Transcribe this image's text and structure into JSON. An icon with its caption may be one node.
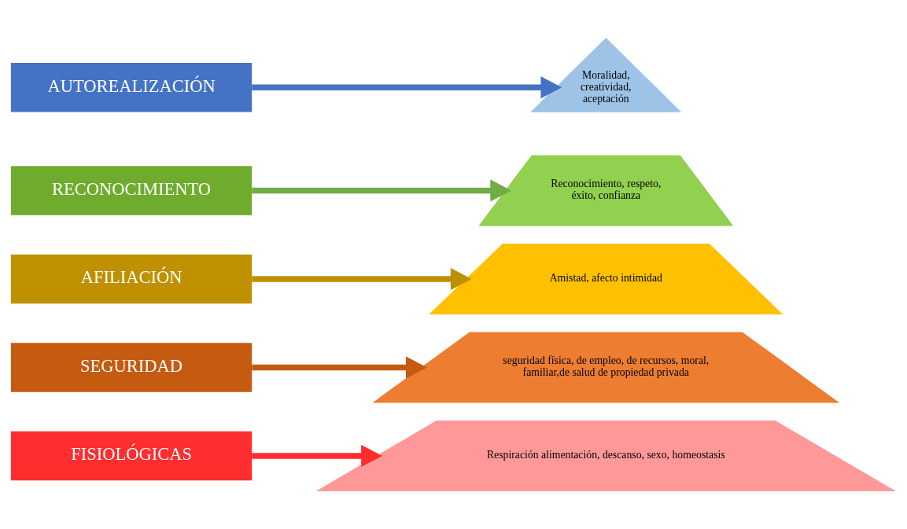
{
  "diagram": {
    "nodes": [
      {
        "text": [
          "AUTOREALIZACIÓN"
        ]
      },
      {
        "text": [
          "RECONOCIMIENTO"
        ]
      },
      {
        "text": [
          "AFILIACIÓN"
        ]
      },
      {
        "text": [
          "SEGURIDAD"
        ]
      },
      {
        "text": [
          "FISIOLÓGICAS"
        ]
      },
      {
        "text": [
          "Moralidad, creatividad, aceptación"
        ]
      },
      {
        "text": [
          "Reconocimiento, respeto, éxito, confianza"
        ]
      },
      {
        "text": [
          "Amistad, afecto intimidad"
        ]
      },
      {
        "text": [
          "seguridad física, de empleo, de recursos, moral, familiar,de salud de propiedad privada"
        ]
      },
      {
        "text": [
          "Respiración alimentación, descanso, sexo, homeostasis"
        ]
      }
    ],
    "edges": [
      {
        "from": 0,
        "to": 5,
        "arrow": "to",
        "color": "#4472c4"
      },
      {
        "from": 1,
        "to": 6,
        "arrow": "to",
        "color": "#70ad47"
      },
      {
        "from": 2,
        "to": 7,
        "arrow": "to",
        "color": "#bf9000"
      },
      {
        "from": 3,
        "to": 8,
        "arrow": "to",
        "color": "#c55a11"
      },
      {
        "from": 4,
        "to": 9,
        "arrow": "to",
        "color": "#ff2d2d"
      }
    ]
  }
}
